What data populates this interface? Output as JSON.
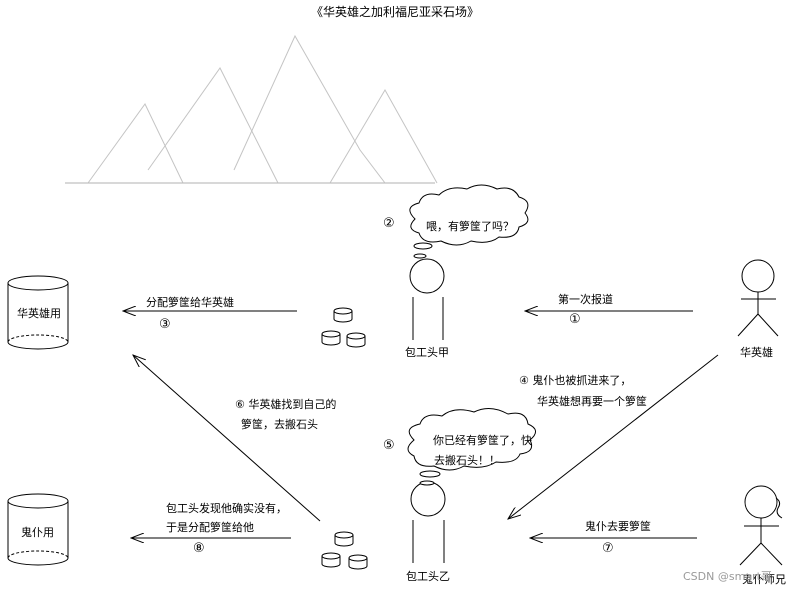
{
  "title": "《华英雄之加利福尼亚采石场》",
  "storage": {
    "top": "华英雄用",
    "bottom": "鬼仆用"
  },
  "people": {
    "boss_a": "包工头甲",
    "boss_b": "包工头乙",
    "hero": "华英雄",
    "ghost": "鬼仆师兄"
  },
  "bubbles": {
    "bubble_2": "喂，有箩筐了吗？",
    "bubble_5_line1": "你已经有箩筐了，快",
    "bubble_5_line2": "去搬石头！！"
  },
  "steps": {
    "s1_label": "第一次报道",
    "s1_num": "①",
    "s2_num": "②",
    "s3_label": "分配箩筐给华英雄",
    "s3_num": "③",
    "s4_line1": "④ 鬼仆也被抓进来了，",
    "s4_line2": "华英雄想再要一个箩筐",
    "s5_num": "⑤",
    "s6_line1": "⑥ 华英雄找到自己的",
    "s6_line2": "箩筐，去搬石头",
    "s7_label": "鬼仆去要箩筐",
    "s7_num": "⑦",
    "s8_line1": "包工头发现他确实没有，",
    "s8_line2": "于是分配箩筐给他",
    "s8_num": "⑧"
  },
  "watermark": "CSDN @smart哥"
}
